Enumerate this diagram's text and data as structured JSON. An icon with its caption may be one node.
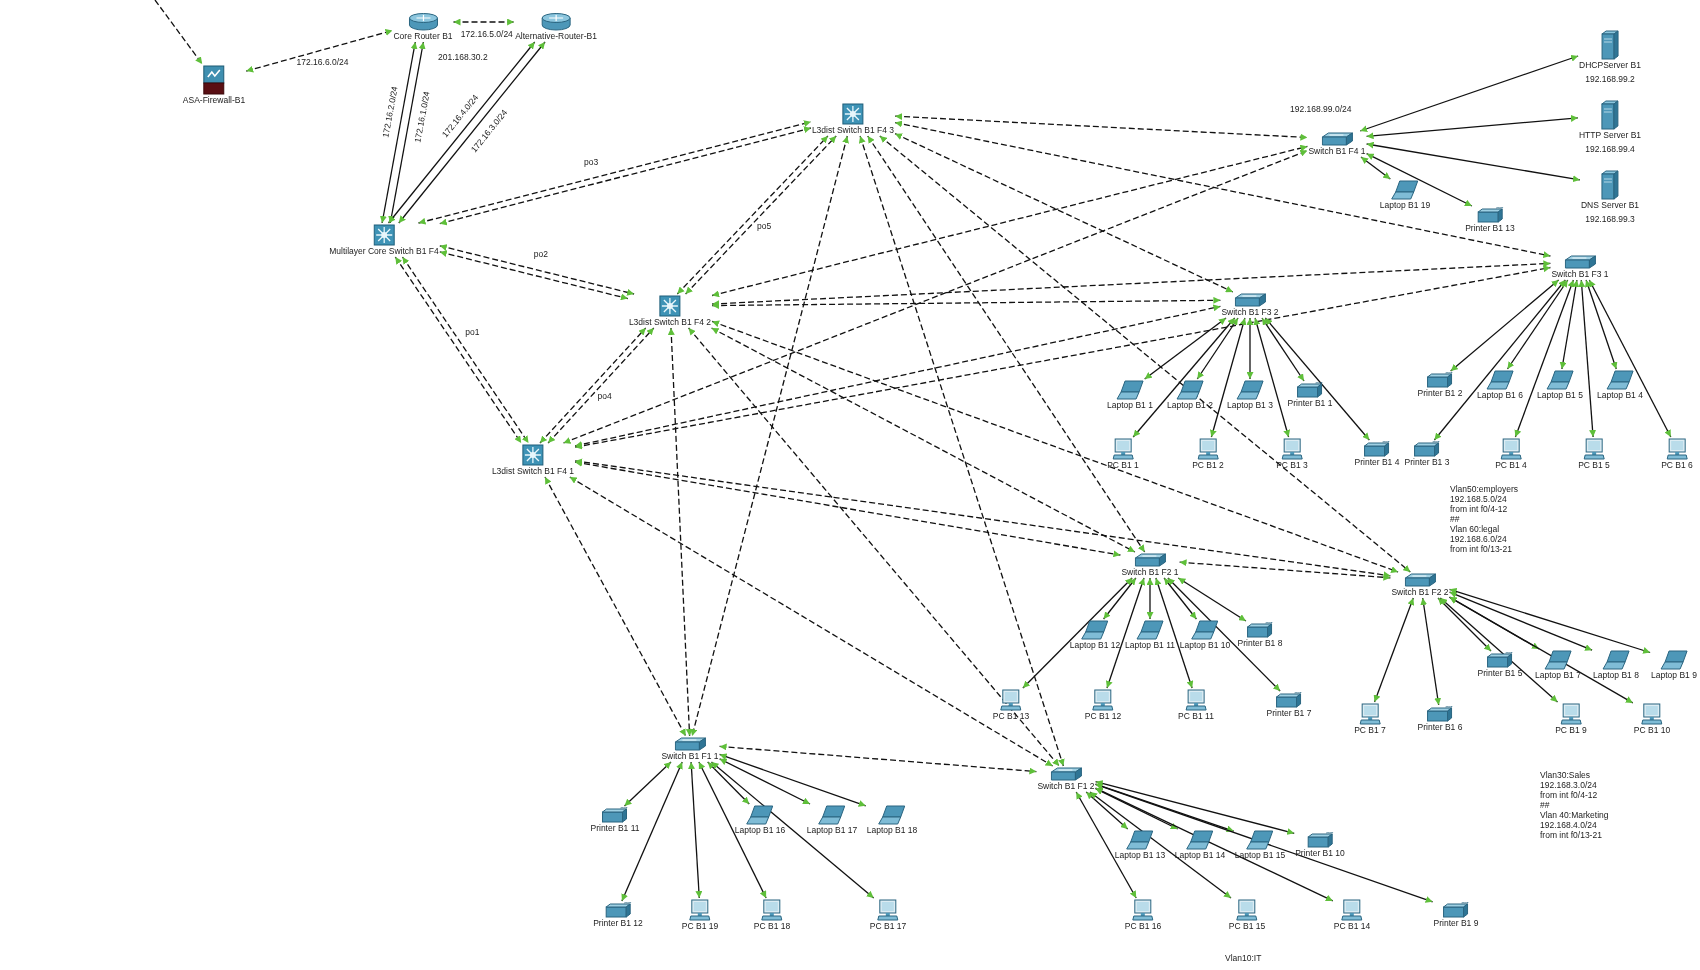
{
  "diagram": {
    "nodes": [
      {
        "text": [
          "ASA-Firewall-B1"
        ]
      },
      {
        "text": [
          "Core Router B1"
        ]
      },
      {
        "text": [
          "Alternative-Router-B1"
        ]
      },
      {
        "text": [
          "Multilayer Core Switch B1 F4"
        ]
      },
      {
        "text": [
          "L3dist Switch B1 F4 3"
        ]
      },
      {
        "text": [
          "L3dist Switch B1 F4 2"
        ]
      },
      {
        "text": [
          "L3dist Switch B1 F4 1"
        ]
      },
      {
        "text": [
          "Switch B1 F4 1"
        ]
      },
      {
        "text": [
          "DHCPServer B1"
        ],
        "beside": [
          "192.168.99.2"
        ]
      },
      {
        "text": [
          "HTTP Server B1"
        ],
        "beside": [
          "192.168.99.4"
        ]
      },
      {
        "text": [
          "DNS Server B1"
        ],
        "beside": [
          "192.168.99.3"
        ]
      },
      {
        "text": [
          "Laptop B1 19"
        ]
      },
      {
        "text": [
          "Printer B1 13"
        ]
      },
      {
        "text": [
          "Switch B1 F3 1"
        ]
      },
      {
        "text": [
          "Switch B1 F3 2"
        ]
      },
      {
        "text": [
          "Laptop B1 1"
        ]
      },
      {
        "text": [
          "Laptop B1 2"
        ]
      },
      {
        "text": [
          "Laptop B1 3"
        ]
      },
      {
        "text": [
          "Printer B1 1"
        ]
      },
      {
        "text": [
          "PC B1 1"
        ]
      },
      {
        "text": [
          "PC B1 2"
        ]
      },
      {
        "text": [
          "PC B1 3"
        ]
      },
      {
        "text": [
          "Printer B1 4"
        ]
      },
      {
        "text": [
          "Printer B1 2"
        ]
      },
      {
        "text": [
          "Laptop B1 6"
        ]
      },
      {
        "text": [
          "Laptop B1 5"
        ]
      },
      {
        "text": [
          "Laptop B1 4"
        ]
      },
      {
        "text": [
          "Printer B1 3"
        ]
      },
      {
        "text": [
          "PC B1 4"
        ]
      },
      {
        "text": [
          "PC B1 5"
        ]
      },
      {
        "text": [
          "PC B1 6"
        ]
      },
      {
        "text": [
          "Switch B1 F2 1"
        ]
      },
      {
        "text": [
          "Switch B1 F2 2"
        ]
      },
      {
        "text": [
          "Laptop B1 12"
        ]
      },
      {
        "text": [
          "Laptop B1 11"
        ]
      },
      {
        "text": [
          "Laptop B1 10"
        ]
      },
      {
        "text": [
          "Printer B1 8"
        ]
      },
      {
        "text": [
          "PC B1 13"
        ]
      },
      {
        "text": [
          "PC B1 12"
        ]
      },
      {
        "text": [
          "PC B1 11"
        ]
      },
      {
        "text": [
          "Printer B1 7"
        ]
      },
      {
        "text": [
          "Printer B1 5"
        ]
      },
      {
        "text": [
          "Laptop B1 7"
        ]
      },
      {
        "text": [
          "Laptop B1 8"
        ]
      },
      {
        "text": [
          "Laptop B1 9"
        ]
      },
      {
        "text": [
          "Printer B1 6"
        ]
      },
      {
        "text": [
          "PC B1 9"
        ]
      },
      {
        "text": [
          "PC B1 10"
        ]
      },
      {
        "text": [
          "PC B1 7"
        ]
      },
      {
        "text": [
          "Switch B1 F1 1"
        ]
      },
      {
        "text": [
          "Switch B1 F1 2"
        ]
      },
      {
        "text": [
          "Printer B1 11"
        ]
      },
      {
        "text": [
          "Laptop B1 16"
        ]
      },
      {
        "text": [
          "Laptop B1 17"
        ]
      },
      {
        "text": [
          "Laptop B1 18"
        ]
      },
      {
        "text": [
          "Printer B1 12"
        ]
      },
      {
        "text": [
          "PC B1 19"
        ]
      },
      {
        "text": [
          "PC B1 18"
        ]
      },
      {
        "text": [
          "PC B1 17"
        ]
      },
      {
        "text": [
          "Laptop B1 13"
        ]
      },
      {
        "text": [
          "Laptop B1 14"
        ]
      },
      {
        "text": [
          "Laptop B1 15"
        ]
      },
      {
        "text": [
          "Printer B1 10"
        ]
      },
      {
        "text": [
          "PC B1 16"
        ]
      },
      {
        "text": [
          "PC B1 15"
        ]
      },
      {
        "text": [
          "PC B1 14"
        ]
      },
      {
        "text": [
          "Printer B1 9"
        ]
      }
    ],
    "edges": [
      {
        "from": null,
        "to": 0,
        "arrow": "to",
        "style": "dashed"
      },
      {
        "from": 0,
        "to": 1,
        "arrow": "both",
        "style": "dashed",
        "label": "172.16.6.0/24"
      },
      {
        "from": 1,
        "to": 2,
        "arrow": "both",
        "style": "dashed",
        "label": "172.16.5.0/24"
      },
      {
        "from": 1,
        "to": 3,
        "arrow": "both",
        "label": "172.16.1.0/24"
      },
      {
        "from": 1,
        "to": 3,
        "arrow": "both",
        "label": "172.16.2.0/24"
      },
      {
        "from": 2,
        "to": 3,
        "arrow": "both",
        "label": "172.16.3.0/24"
      },
      {
        "from": 2,
        "to": 3,
        "arrow": "both",
        "label": "172.16.4.0/24"
      },
      {
        "from": 3,
        "to": 6,
        "arrow": "both",
        "style": "dashed",
        "label": "po1"
      },
      {
        "from": 3,
        "to": 6,
        "arrow": "both",
        "style": "dashed"
      },
      {
        "from": 3,
        "to": 5,
        "arrow": "both",
        "style": "dashed",
        "label": "po2"
      },
      {
        "from": 3,
        "to": 5,
        "arrow": "both",
        "style": "dashed"
      },
      {
        "from": 3,
        "to": 4,
        "arrow": "both",
        "style": "dashed",
        "label": "po3"
      },
      {
        "from": 3,
        "to": 4,
        "arrow": "both",
        "style": "dashed"
      },
      {
        "from": 6,
        "to": 5,
        "arrow": "both",
        "style": "dashed",
        "label": "po4"
      },
      {
        "from": 6,
        "to": 5,
        "arrow": "both",
        "style": "dashed"
      },
      {
        "from": 5,
        "to": 4,
        "arrow": "both",
        "style": "dashed",
        "label": "po5"
      },
      {
        "from": 5,
        "to": 4,
        "arrow": "both",
        "style": "dashed"
      },
      {
        "from": 4,
        "to": 7,
        "arrow": "both",
        "style": "dashed"
      },
      {
        "from": 4,
        "to": 13,
        "arrow": "both",
        "style": "dashed"
      },
      {
        "from": 4,
        "to": 14,
        "arrow": "both",
        "style": "dashed"
      },
      {
        "from": 4,
        "to": 31,
        "arrow": "both",
        "style": "dashed"
      },
      {
        "from": 4,
        "to": 32,
        "arrow": "both",
        "style": "dashed"
      },
      {
        "from": 4,
        "to": 49,
        "arrow": "both",
        "style": "dashed"
      },
      {
        "from": 4,
        "to": 50,
        "arrow": "both",
        "style": "dashed"
      },
      {
        "from": 5,
        "to": 7,
        "arrow": "both",
        "style": "dashed"
      },
      {
        "from": 5,
        "to": 13,
        "arrow": "both",
        "style": "dashed"
      },
      {
        "from": 5,
        "to": 14,
        "arrow": "both",
        "style": "dashed"
      },
      {
        "from": 5,
        "to": 31,
        "arrow": "both",
        "style": "dashed"
      },
      {
        "from": 5,
        "to": 32,
        "arrow": "both",
        "style": "dashed"
      },
      {
        "from": 5,
        "to": 49,
        "arrow": "both",
        "style": "dashed"
      },
      {
        "from": 5,
        "to": 50,
        "arrow": "both",
        "style": "dashed"
      },
      {
        "from": 6,
        "to": 7,
        "arrow": "both",
        "style": "dashed"
      },
      {
        "from": 6,
        "to": 13,
        "arrow": "both",
        "style": "dashed"
      },
      {
        "from": 6,
        "to": 14,
        "arrow": "both",
        "style": "dashed"
      },
      {
        "from": 6,
        "to": 31,
        "arrow": "both",
        "style": "dashed"
      },
      {
        "from": 6,
        "to": 32,
        "arrow": "both",
        "style": "dashed"
      },
      {
        "from": 6,
        "to": 49,
        "arrow": "both",
        "style": "dashed"
      },
      {
        "from": 6,
        "to": 50,
        "arrow": "both",
        "style": "dashed"
      },
      {
        "from": 31,
        "to": 32,
        "arrow": "both",
        "style": "dashed"
      },
      {
        "from": 49,
        "to": 50,
        "arrow": "both",
        "style": "dashed"
      },
      {
        "from": 7,
        "to": 8,
        "arrow": "both"
      },
      {
        "from": 7,
        "to": 9,
        "arrow": "both"
      },
      {
        "from": 7,
        "to": 10,
        "arrow": "both"
      },
      {
        "from": 7,
        "to": 11,
        "arrow": "both"
      },
      {
        "from": 7,
        "to": 12,
        "arrow": "both"
      },
      {
        "from": 14,
        "to": 15,
        "arrow": "both"
      },
      {
        "from": 14,
        "to": 16,
        "arrow": "both"
      },
      {
        "from": 14,
        "to": 17,
        "arrow": "both"
      },
      {
        "from": 14,
        "to": 18,
        "arrow": "both"
      },
      {
        "from": 14,
        "to": 19,
        "arrow": "both"
      },
      {
        "from": 14,
        "to": 20,
        "arrow": "both"
      },
      {
        "from": 14,
        "to": 21,
        "arrow": "both"
      },
      {
        "from": 14,
        "to": 22,
        "arrow": "both"
      },
      {
        "from": 13,
        "to": 23,
        "arrow": "both"
      },
      {
        "from": 13,
        "to": 24,
        "arrow": "both"
      },
      {
        "from": 13,
        "to": 25,
        "arrow": "both"
      },
      {
        "from": 13,
        "to": 26,
        "arrow": "both"
      },
      {
        "from": 13,
        "to": 27,
        "arrow": "both"
      },
      {
        "from": 13,
        "to": 28,
        "arrow": "both"
      },
      {
        "from": 13,
        "to": 29,
        "arrow": "both"
      },
      {
        "from": 13,
        "to": 30,
        "arrow": "both"
      },
      {
        "from": 31,
        "to": 33,
        "arrow": "both"
      },
      {
        "from": 31,
        "to": 34,
        "arrow": "both"
      },
      {
        "from": 31,
        "to": 35,
        "arrow": "both"
      },
      {
        "from": 31,
        "to": 36,
        "arrow": "both"
      },
      {
        "from": 31,
        "to": 37,
        "arrow": "both"
      },
      {
        "from": 31,
        "to": 38,
        "arrow": "both"
      },
      {
        "from": 31,
        "to": 39,
        "arrow": "both"
      },
      {
        "from": 31,
        "to": 40,
        "arrow": "both"
      },
      {
        "from": 32,
        "to": 41,
        "arrow": "both"
      },
      {
        "from": 32,
        "to": 42,
        "arrow": "both"
      },
      {
        "from": 32,
        "to": 43,
        "arrow": "both"
      },
      {
        "from": 32,
        "to": 44,
        "arrow": "both"
      },
      {
        "from": 32,
        "to": 45,
        "arrow": "both"
      },
      {
        "from": 32,
        "to": 46,
        "arrow": "both"
      },
      {
        "from": 32,
        "to": 47,
        "arrow": "both"
      },
      {
        "from": 32,
        "to": 48,
        "arrow": "both"
      },
      {
        "from": 49,
        "to": 51,
        "arrow": "both"
      },
      {
        "from": 49,
        "to": 52,
        "arrow": "both"
      },
      {
        "from": 49,
        "to": 53,
        "arrow": "both"
      },
      {
        "from": 49,
        "to": 54,
        "arrow": "both"
      },
      {
        "from": 49,
        "to": 55,
        "arrow": "both"
      },
      {
        "from": 49,
        "to": 56,
        "arrow": "both"
      },
      {
        "from": 49,
        "to": 57,
        "arrow": "both"
      },
      {
        "from": 49,
        "to": 58,
        "arrow": "both"
      },
      {
        "from": 50,
        "to": 59,
        "arrow": "both"
      },
      {
        "from": 50,
        "to": 60,
        "arrow": "both"
      },
      {
        "from": 50,
        "to": 61,
        "arrow": "both"
      },
      {
        "from": 50,
        "to": 62,
        "arrow": "both"
      },
      {
        "from": 50,
        "to": 63,
        "arrow": "both"
      },
      {
        "from": 50,
        "to": 64,
        "arrow": "both"
      },
      {
        "from": 50,
        "to": 65,
        "arrow": "both"
      },
      {
        "from": 50,
        "to": 66,
        "arrow": "both"
      }
    ],
    "labels": [
      "201.168.30.2",
      "192.168.99.0/24",
      "Vlan50:employers",
      "192.168.5.0/24",
      "from int f0/4-12",
      "##",
      "Vlan 60:legal",
      "192.168.6.0/24",
      "from int f0/13-21",
      "Vlan30:Sales",
      "192.168.3.0/24",
      "from int f0/4-12",
      "##",
      "Vlan 40:Marketing",
      "192.168.4.0/24",
      "from int f0/13-21",
      "Vlan10:IT"
    ]
  }
}
